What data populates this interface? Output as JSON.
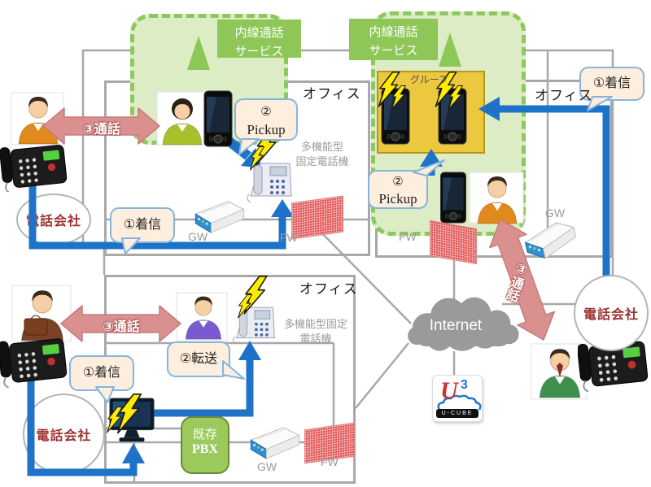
{
  "tl_office": {
    "title": "オフィス",
    "service_line1": "内線通話",
    "service_line2": "サービス",
    "call": "③通話",
    "pickup_line1": "②",
    "pickup_line2": "Pickup",
    "incoming": "①着信",
    "phone_note_line1": "多機能型",
    "phone_note_line2": "固定電話機",
    "gw": "GW",
    "fw": "FW",
    "telco": "電話会社"
  },
  "tr_office": {
    "title": "オフィス",
    "service_line1": "内線通話",
    "service_line2": "サービス",
    "group": "グループ",
    "incoming": "①着信",
    "pickup_line1": "②",
    "pickup_line2": "Pickup",
    "call": "③通話",
    "gw": "GW",
    "fw": "FW",
    "telco": "電話会社"
  },
  "bl_office": {
    "title": "オフィス",
    "call": "③通話",
    "transfer": "②転送",
    "incoming": "①着信",
    "phone_note_line1": "多機能型固定",
    "phone_note_line2": "電話機",
    "pbx_line1": "既存",
    "pbx_line2": "PBX",
    "gw": "GW",
    "fw": "FW",
    "telco": "電話会社"
  },
  "network": {
    "internet": "Internet",
    "ucube_letter": "U",
    "ucube_superscript": "3",
    "ucube_name": "U-CUBE"
  },
  "colors": {
    "blue_arrow": "#1e73c8",
    "pink_arrow": "#d9908f",
    "service_green": "#8ec757",
    "service_fill": "#dcedc6",
    "group_yellow": "#ecc83e",
    "pbx_green": "#9bc95b",
    "cloud_gray": "#9a9a9a",
    "telco_red": "#9c3131",
    "bubble_fill": "#fdeedd",
    "bubble_border": "#85b5dd"
  }
}
